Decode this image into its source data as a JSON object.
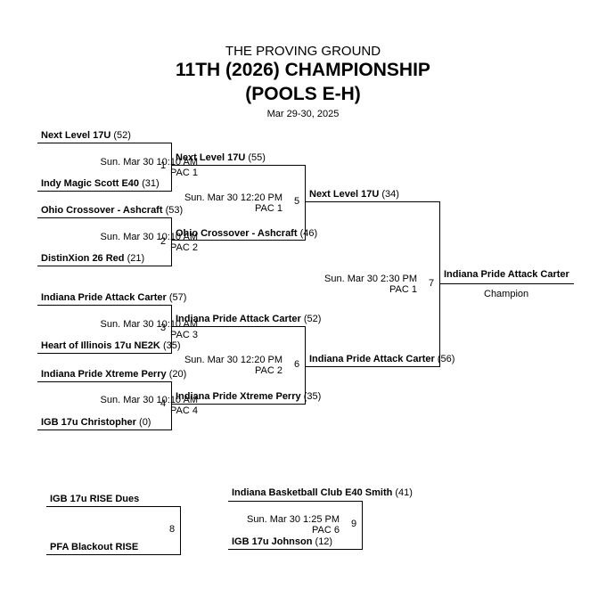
{
  "header": {
    "supertitle": "THE PROVING GROUND",
    "title_line1": "11TH (2026) CHAMPIONSHIP",
    "title_line2": "(POOLS E-H)",
    "dates": "Mar 29-30, 2025"
  },
  "games": [
    {
      "num": "1",
      "time": "Sun. Mar 30 10:10 AM",
      "venue": "PAC 1",
      "top": {
        "name": "Next Level 17U",
        "score": "(52)"
      },
      "bottom": {
        "name": "Indy Magic Scott E40",
        "score": "(31)"
      }
    },
    {
      "num": "2",
      "time": "Sun. Mar 30 10:10 AM",
      "venue": "PAC 2",
      "top": {
        "name": "Ohio Crossover - Ashcraft",
        "score": "(53)"
      },
      "bottom": {
        "name": "DistinXion 26 Red",
        "score": "(21)"
      }
    },
    {
      "num": "3",
      "time": "Sun. Mar 30 10:10 AM",
      "venue": "PAC 3",
      "top": {
        "name": "Indiana Pride Attack Carter",
        "score": "(57)"
      },
      "bottom": {
        "name": "Heart of Illinois 17u NE2K",
        "score": "(35)"
      }
    },
    {
      "num": "4",
      "time": "Sun. Mar 30 10:10 AM",
      "venue": "PAC 4",
      "top": {
        "name": "Indiana Pride Xtreme Perry",
        "score": "(20)"
      },
      "bottom": {
        "name": "IGB 17u Christopher",
        "score": "(0)"
      }
    },
    {
      "num": "5",
      "time": "Sun. Mar 30 12:20 PM",
      "venue": "PAC 1",
      "top": {
        "name": "Next Level 17U",
        "score": "(55)"
      },
      "bottom": {
        "name": "Ohio Crossover - Ashcraft",
        "score": "(46)"
      }
    },
    {
      "num": "6",
      "time": "Sun. Mar 30 12:20 PM",
      "venue": "PAC 2",
      "top": {
        "name": "Indiana Pride Attack Carter",
        "score": "(52)"
      },
      "bottom": {
        "name": "Indiana Pride Xtreme Perry",
        "score": "(35)"
      }
    },
    {
      "num": "7",
      "time": "Sun. Mar 30 2:30 PM",
      "venue": "PAC 1",
      "top": {
        "name": "Next Level 17U",
        "score": "(34)"
      },
      "bottom": {
        "name": "Indiana Pride Attack Carter",
        "score": "(56)"
      }
    },
    {
      "num": "8",
      "time": "",
      "venue": "",
      "top": {
        "name": "IGB 17u RISE Dues",
        "score": ""
      },
      "bottom": {
        "name": "PFA Blackout RISE",
        "score": ""
      }
    },
    {
      "num": "9",
      "time": "Sun. Mar 30 1:25 PM",
      "venue": "PAC 6",
      "top": {
        "name": "Indiana Basketball Club E40 Smith",
        "score": "(41)"
      },
      "bottom": {
        "name": "IGB 17u Johnson",
        "score": "(12)"
      }
    }
  ],
  "champion": {
    "name": "Indiana Pride Attack Carter",
    "label": "Champion"
  }
}
